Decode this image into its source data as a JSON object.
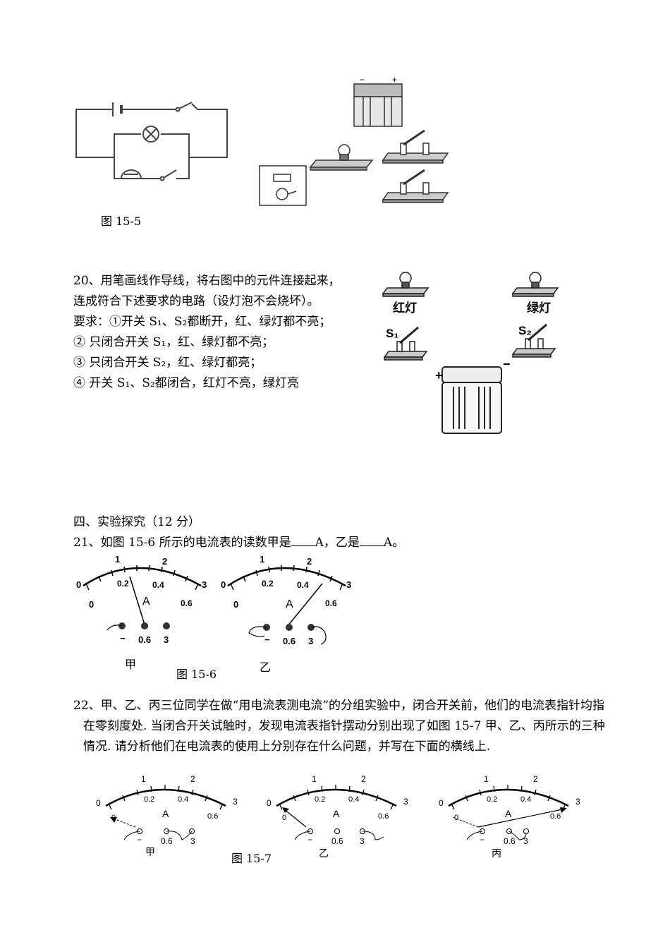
{
  "fig15_5": {
    "caption": "图 15-5"
  },
  "q20": {
    "lines": [
      "20、用笔画线作导线，将右图中的元件连接起来，",
      "连成符合下述要求的电路（设灯泡不会烧坏）。",
      "要求：①开关 S₁、S₂都断开，红、绿灯都不亮；",
      "② 只闭合开关 S₁，红、绿灯都不亮；",
      "③ 只闭合开关 S₂，红、绿灯都亮；",
      "④ 开关 S₁、S₂都闭合，红灯不亮，绿灯亮"
    ],
    "labels": {
      "red_lamp": "红灯",
      "green_lamp": "绿灯",
      "s1": "S₁",
      "s2": "S₂",
      "plus": "+",
      "minus": "−"
    }
  },
  "section4": {
    "title": "四、实验探究（12 分）"
  },
  "q21": {
    "prefix": "21、如图 15-6 所示的电流表的读数甲是",
    "mid": "A，乙是",
    "suffix": "A。",
    "caption": "图 15-6",
    "label_jia": "甲",
    "label_yi": "乙",
    "meter_ticks_top": [
      "0",
      "1",
      "2",
      "3"
    ],
    "meter_ticks_bottom": [
      "0",
      "0.2",
      "0.4",
      "0.6"
    ],
    "unit": "A",
    "terminals": [
      "−",
      "0.6",
      "3"
    ]
  },
  "q22": {
    "text": "22、甲、乙、丙三位同学在做“用电流表测电流”的分组实验中，闭合开关前，他们的电流表指针均指在零刻度处. 当闭合开关试触时，发现电流表指针摆动分别出现了如图 15-7 甲、乙、丙所示的三种情况. 请分析他们在电流表的使用上分别存在什么问题，并写在下面的横线上.",
    "caption": "图 15-7",
    "labels": [
      "甲",
      "乙",
      "丙"
    ]
  }
}
